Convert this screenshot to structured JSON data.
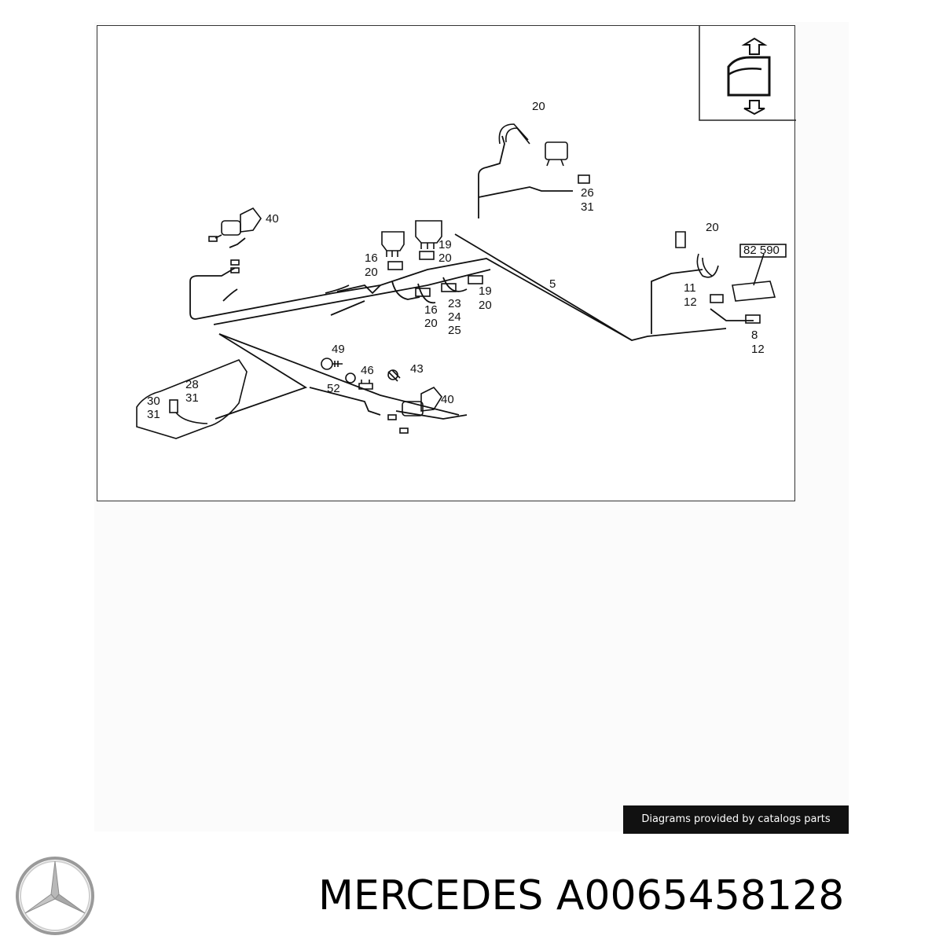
{
  "diagram": {
    "labels": {
      "l_20a": "20",
      "l_26": "26",
      "l_31a": "31",
      "l_40a": "40",
      "l_16a": "16",
      "l_20b": "20",
      "l_19a": "19",
      "l_20c": "20",
      "l_5": "5",
      "l_20d": "20",
      "l_82590": "82 590",
      "l_11": "11",
      "l_12a": "12",
      "l_8": "8",
      "l_12b": "12",
      "l_16b": "16",
      "l_20e": "20",
      "l_23": "23",
      "l_24": "24",
      "l_25": "25",
      "l_19b": "19",
      "l_20f": "20",
      "l_49": "49",
      "l_46": "46",
      "l_43": "43",
      "l_52": "52",
      "l_40b": "40",
      "l_28": "28",
      "l_31b": "31",
      "l_30": "30",
      "l_31c": "31"
    }
  },
  "credit": "Diagrams provided by catalogs parts",
  "brand": "MERCEDES A0065458128",
  "icons": {
    "logo": "mercedes-star-icon",
    "inset": "door-up-down-icon"
  }
}
